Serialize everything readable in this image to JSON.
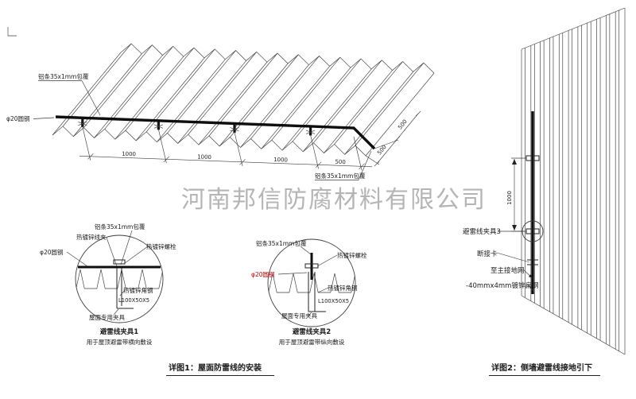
{
  "sheet": {
    "background": "#ffffff",
    "line_color": "#3c3c3c",
    "accent_red": "#c40000",
    "watermark_color": "#a3a3a3"
  },
  "watermark": "河南邦信防腐材料有限公司",
  "roof": {
    "label_strip_top": "铝条35x1mm包覆",
    "label_rod_left": "φ20圆钢",
    "label_strip_bottom": "铝条35x1mm包覆",
    "dims_bottom": [
      "1000",
      "1000",
      "1000",
      "500"
    ],
    "dims_right": [
      "500",
      "500"
    ]
  },
  "detail1": {
    "label_strip": "铝条35x1mm包覆",
    "label_clamp": "热镀锌线夹",
    "label_bolt": "热镀锌螺栓",
    "label_rod": "φ20圆钢",
    "label_angle": "热镀锌角钢",
    "label_angle_size": "L100X50X5",
    "label_fixture": "屋面专用夹具",
    "title": "避雷线夹具1",
    "subtitle": "用于屋顶避雷带横向敷设"
  },
  "detail2": {
    "label_strip": "铝条35x1mm包覆",
    "label_bolt": "热镀锌螺栓",
    "label_rod": "φ20圆钢",
    "label_angle": "热镀锌角钢",
    "label_angle_size": "L100X50X5",
    "label_fixture": "屋面专用夹具",
    "title": "避雷线夹具2",
    "subtitle": "用于屋顶避雷带纵向敷设"
  },
  "wall": {
    "dim_vertical": "1000",
    "label_clamp3": "避雷线夹具3",
    "label_disconnect": "断接卡",
    "label_ground": "至主接地网",
    "label_flat_steel": "-40mmx4mm镀锌扁钢"
  },
  "captions": {
    "detail1": "详图1：屋面防雷线的安装",
    "detail2": "详图2：侧墙避雷线接地引下"
  }
}
